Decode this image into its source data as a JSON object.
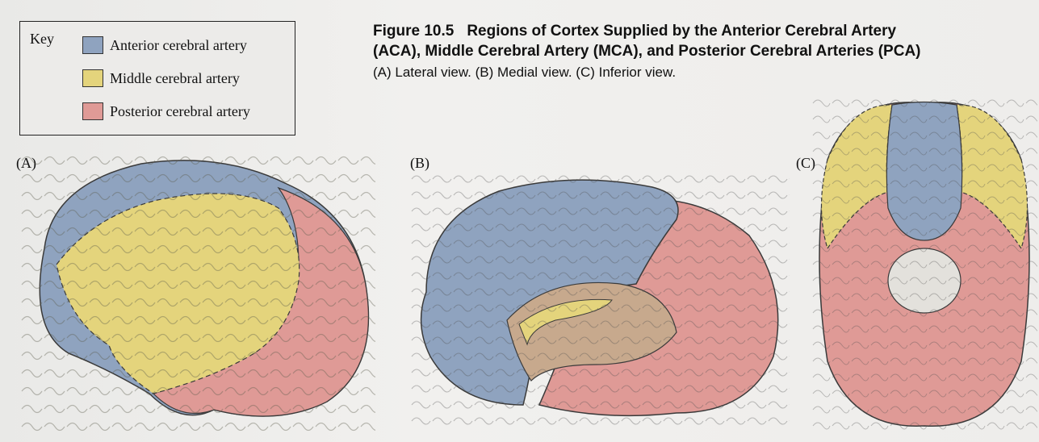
{
  "key": {
    "title": "Key",
    "items": [
      {
        "label": "Anterior cerebral artery",
        "color": "#8fa3bf"
      },
      {
        "label": "Middle cerebral artery",
        "color": "#e4d47c"
      },
      {
        "label": "Posterior cerebral artery",
        "color": "#df9a96"
      }
    ]
  },
  "figure": {
    "number": "Figure 10.5",
    "title_line1": "Regions of Cortex Supplied by the Anterior Cerebral Artery",
    "title_line2": "(ACA), Middle Cerebral Artery (MCA), and Posterior Cerebral Arteries (PCA)",
    "caption": "(A) Lateral view. (B) Medial view. (C) Inferior view."
  },
  "panels": {
    "a": "(A)",
    "b": "(B)",
    "c": "(C)"
  },
  "colors": {
    "aca": "#8fa3bf",
    "mca": "#e4d47c",
    "pca": "#df9a96",
    "outline": "#3a3a3a",
    "background": "#efeeec"
  }
}
